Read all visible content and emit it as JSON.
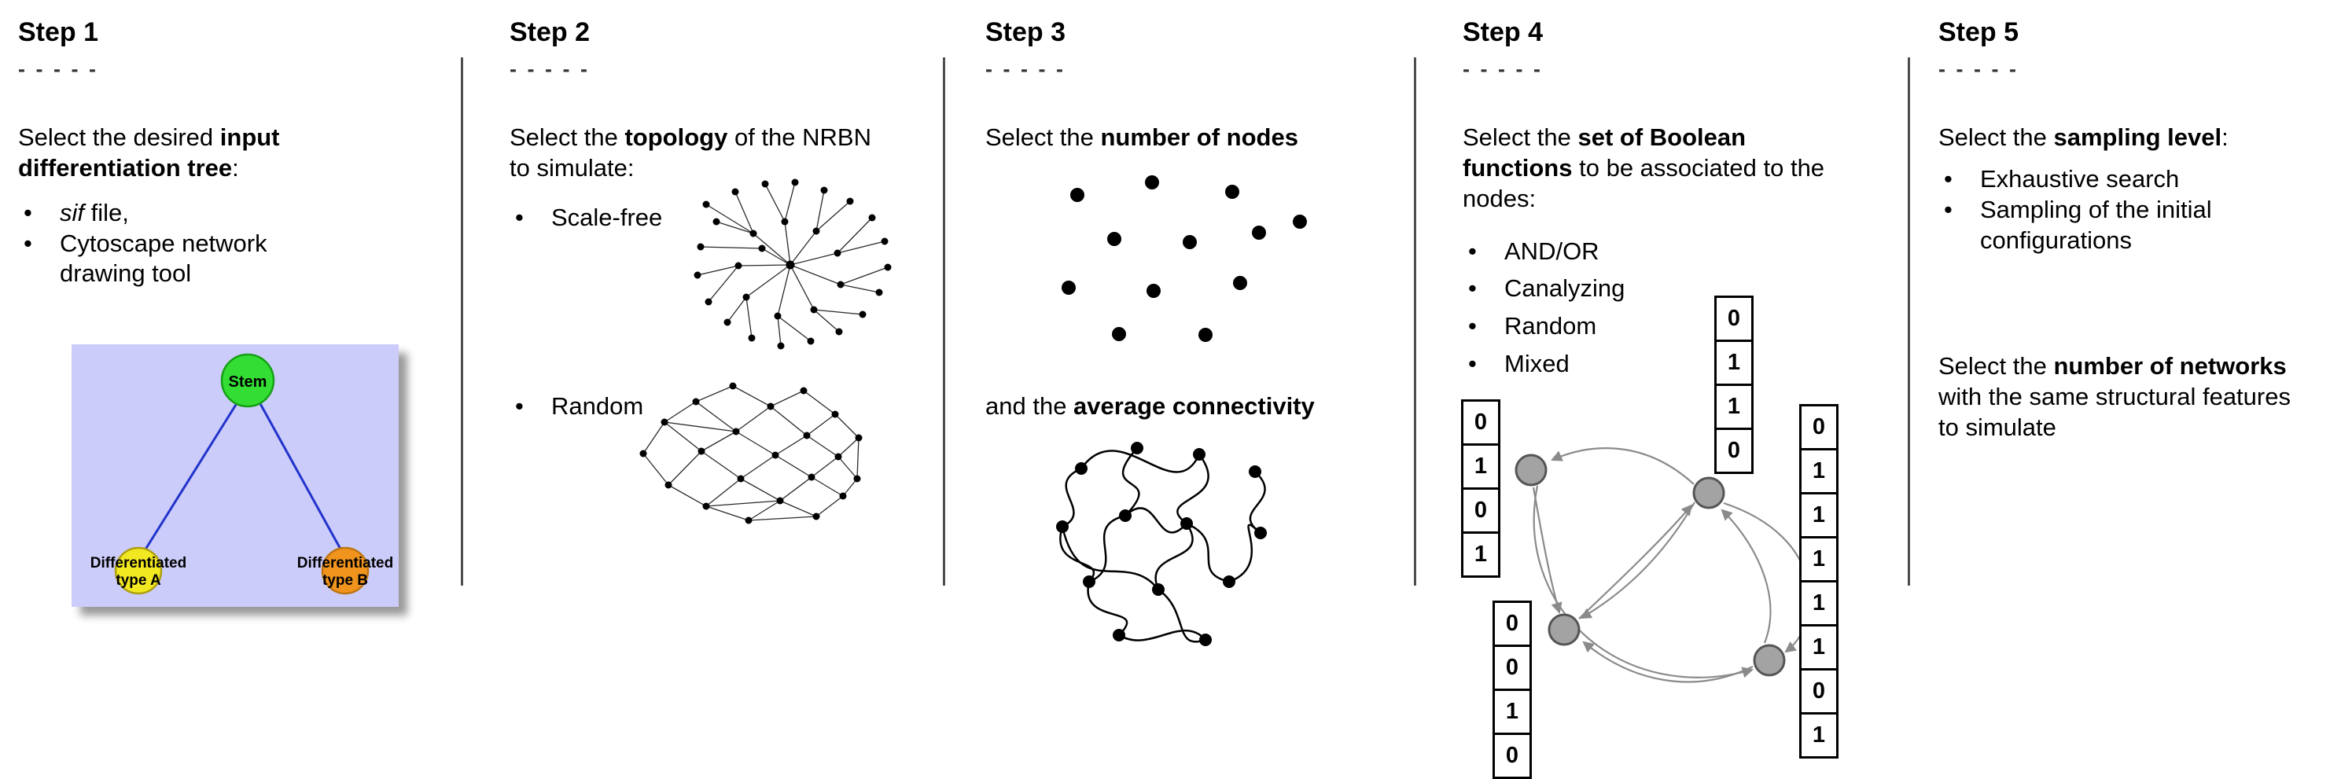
{
  "ui": {
    "bullet_glyph": "•"
  },
  "figure": {
    "colors": {
      "tree_background": "#ccccfa",
      "tree_edge": "#2233cc",
      "stem_node": "#33dd33",
      "type_a_node": "#f2e822",
      "type_b_node": "#f0941e",
      "boolean_node": "#a3a3a3",
      "arrow": "#8a8a8a"
    },
    "steps": [
      {
        "title": "Step 1",
        "dashes": "- - - - -",
        "instruction": {
          "pre": "Select the desired ",
          "bold": "input differentiation tree",
          "post": ":"
        },
        "bullets": [
          {
            "italic": "sif",
            "text": " file,"
          },
          {
            "text": "Cytoscape network drawing tool"
          }
        ],
        "tree": {
          "root": "Stem",
          "left_line1": "Differentiated",
          "left_line2": "type A",
          "right_line1": "Differentiated",
          "right_line2": "type B"
        }
      },
      {
        "title": "Step 2",
        "dashes": "- - - - -",
        "instruction": {
          "pre": "Select the ",
          "bold": "topology",
          "post": " of the NRBN to simulate:"
        },
        "bullets": [
          {
            "text": "Scale-free"
          },
          {
            "text": "Random"
          }
        ]
      },
      {
        "title": "Step 3",
        "dashes": "- - - - -",
        "instruction": {
          "pre": "Select the ",
          "bold": "number of nodes",
          "post": ""
        },
        "instruction2": {
          "pre": "and the ",
          "bold": "average connectivity",
          "post": ""
        }
      },
      {
        "title": "Step 4",
        "dashes": "- - - - -",
        "instruction": {
          "pre": "Select the ",
          "bold": "set of Boolean functions",
          "post": " to be associated to the nodes:"
        },
        "bullets": [
          {
            "text": "AND/OR"
          },
          {
            "text": "Canalyzing"
          },
          {
            "text": "Random"
          },
          {
            "text": "Mixed"
          }
        ],
        "tables": {
          "left": [
            "0",
            "1",
            "0",
            "1"
          ],
          "top": [
            "0",
            "1",
            "1",
            "0"
          ],
          "right": [
            "0",
            "1",
            "1",
            "1",
            "1",
            "1",
            "0",
            "1"
          ],
          "bottom": [
            "0",
            "0",
            "1",
            "0"
          ]
        }
      },
      {
        "title": "Step 5",
        "dashes": "- - - - -",
        "instruction": {
          "pre": "Select the ",
          "bold": "sampling level",
          "post": ":"
        },
        "bullets": [
          {
            "text": "Exhaustive search"
          },
          {
            "text": "Sampling of the initial configurations"
          }
        ],
        "instruction2": {
          "pre": "Select the ",
          "bold": "number of networks",
          "post": " with the same structural features to simulate"
        }
      }
    ]
  }
}
